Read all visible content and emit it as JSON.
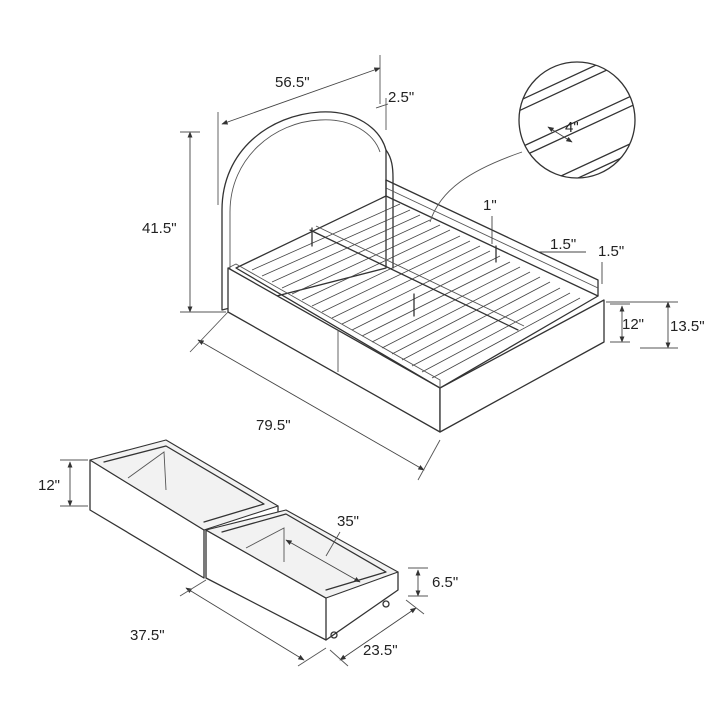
{
  "dimensions": {
    "bed_width": "56.5\"",
    "headboard_thickness": "2.5\"",
    "slat_spacing": "4\"",
    "rail_gap": "1\"",
    "slat_width": "1.5\"",
    "rail_thickness": "1.5\"",
    "headboard_height": "41.5\"",
    "rail_height": "12\"",
    "total_rail_height": "13.5\"",
    "bed_length": "79.5\"",
    "drawer_height": "12\"",
    "drawer_inner_length": "35\"",
    "drawer_inner_height": "6.5\"",
    "drawer_length": "37.5\"",
    "drawer_depth": "23.5\""
  },
  "colors": {
    "line": "#333333",
    "background": "#ffffff"
  }
}
